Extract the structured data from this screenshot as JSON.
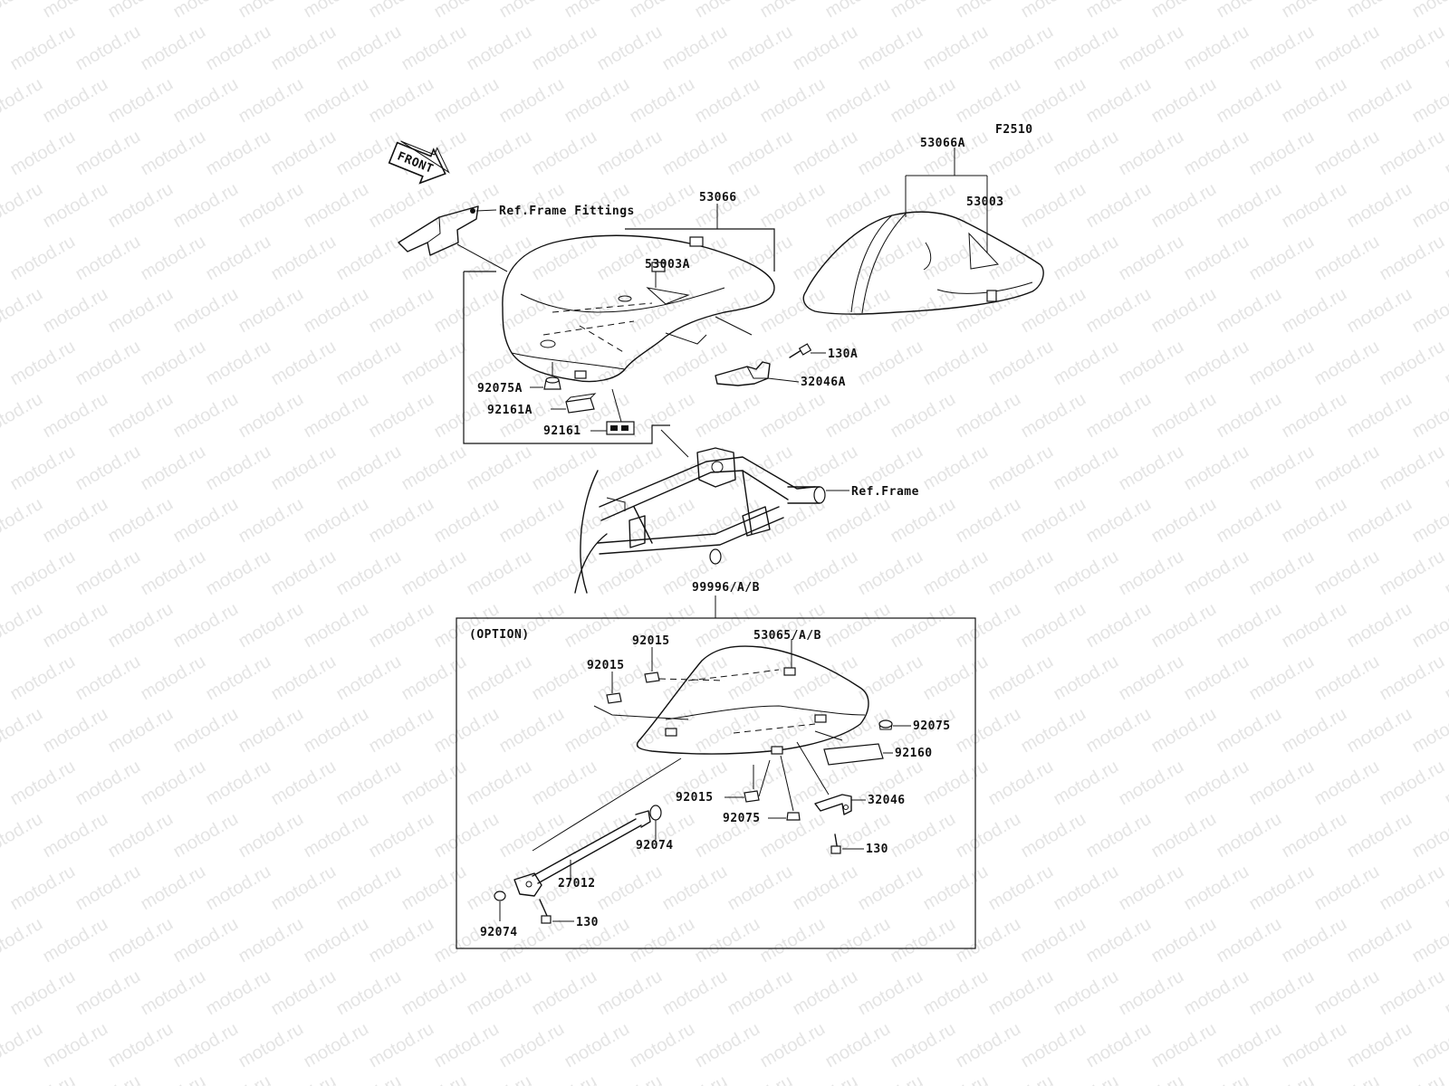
{
  "diagram": {
    "code": "F2510",
    "front_label": "FRONT",
    "watermark": "motod.ru",
    "labels": {
      "p53066a": "53066A",
      "p53003": "53003",
      "p53066": "53066",
      "ref_frame_fittings": "Ref.Frame Fittings",
      "p53003a": "53003A",
      "p130a": "130A",
      "p32046a": "32046A",
      "p92075a": "92075A",
      "p92161a": "92161A",
      "p92161": "92161",
      "ref_frame": "Ref.Frame",
      "p99996": "99996/A/B",
      "option": "(OPTION)",
      "p92015_a": "92015",
      "p92015_b": "92015",
      "p53065": "53065/A/B",
      "p92075_a": "92075",
      "p92160": "92160",
      "p92015_c": "92015",
      "p32046": "32046",
      "p92075_b": "92075",
      "p92074_a": "92074",
      "p27012": "27012",
      "p130_a": "130",
      "p130_b": "130",
      "p92074_b": "92074"
    }
  }
}
